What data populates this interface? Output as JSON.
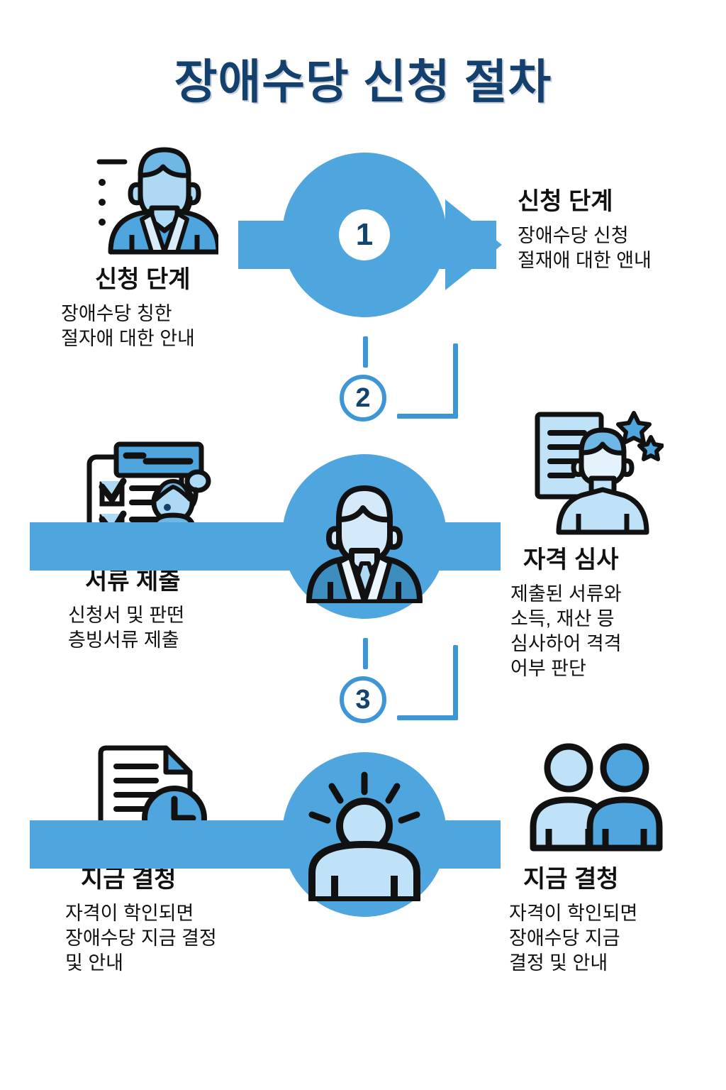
{
  "title": "장애수당 신청 절차",
  "colors": {
    "primary_blue": "#4FA6DE",
    "light_blue": "#AED9F5",
    "mid_blue": "#6FB7E4",
    "dark_blue": "#3D8DBF",
    "navy": "#14406E",
    "line_blue": "#3D97D6",
    "background": "#FFFFFF",
    "text": "#111111"
  },
  "steps": [
    {
      "number": "1",
      "left": {
        "icon": "headset-agent-icon",
        "heading": "신청 단계",
        "body": [
          "장애수당 칭한",
          "절자애 대한 안내"
        ]
      },
      "center_icon": "business-person-icon",
      "right": {
        "icon": "document-person-stars-icon",
        "heading": "신청 단계",
        "body": [
          "장애수당 신청",
          "절재애 대한 앤내"
        ]
      }
    },
    {
      "number": "2",
      "left": {
        "icon": "checklist-person-icon",
        "heading": "서류 제출",
        "body": [
          "신청서 및 판떤",
          "층빙서류 제출"
        ]
      },
      "center_icon": "business-person-icon",
      "right": {
        "icon": "document-person-stars-icon",
        "heading": "자격 심사",
        "body": [
          "제출된 서류와",
          "소득, 재산 믕",
          "심사하어 격격",
          "어부 판단"
        ]
      }
    },
    {
      "number": "3",
      "left": {
        "icon": "document-clock-icon",
        "heading": "지금 결청",
        "body": [
          "자격이 학인되면",
          "장애수당 지금 결정",
          "및 안내"
        ]
      },
      "center_icon": "shining-person-icon",
      "right": {
        "icon": "two-people-icon",
        "heading": "지금 결청",
        "body": [
          "자격이 학인되면",
          "장애수당 지금",
          "결정 및 안내"
        ]
      }
    }
  ],
  "connectors": [
    {
      "number": "2"
    },
    {
      "number": "3"
    }
  ]
}
